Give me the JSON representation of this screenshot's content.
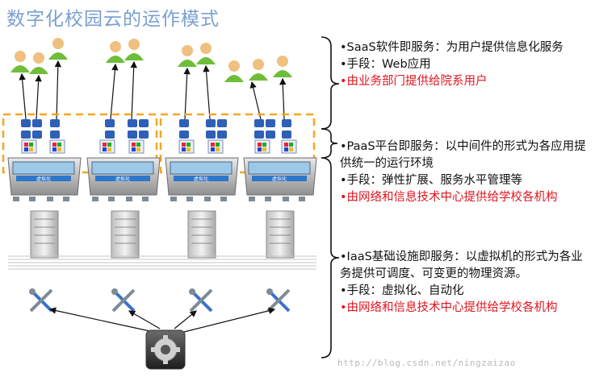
{
  "title": "数字化校园云的运作模式",
  "layers": [
    {
      "id": "saas",
      "lines": [
        {
          "text": "•SaaS软件即服务：为用户提供信息化服务",
          "red": false
        },
        {
          "text": "•手段：Web应用",
          "red": false
        },
        {
          "text": "•由业务部门提供给院系用户",
          "red": true
        }
      ]
    },
    {
      "id": "paas",
      "lines": [
        {
          "text": "•PaaS平台即服务：以中间件的形式为各应用提供统一的运行环境",
          "red": false
        },
        {
          "text": "•手段：弹性扩展、服务水平管理等",
          "red": false
        },
        {
          "text": "•由网络和信息技术中心提供给学校各机构",
          "red": true
        }
      ]
    },
    {
      "id": "iaas",
      "lines": [
        {
          "text": "•IaaS基础设施即服务：以虚拟机的形式为各业务提供可调度、可变更的物理资源。",
          "red": false
        },
        {
          "text": "•手段：虚拟化、自动化",
          "red": false
        },
        {
          "text": "•由网络和信息技术中心提供给学校各机构",
          "red": true
        }
      ]
    }
  ],
  "virtualization_label": "虚拟化",
  "watermark": "http://blog.csdn.net/ningzaizao",
  "colors": {
    "title": "#7a9fd2",
    "red_text": "#e0141e",
    "dashed_border": "#f5a623",
    "user_green": "#6fbe3a",
    "server_gray": "#d8d8d8"
  }
}
